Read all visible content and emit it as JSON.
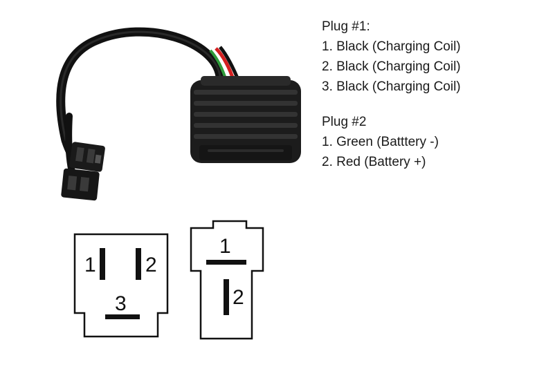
{
  "plug1": {
    "heading": "Plug #1:",
    "pins": [
      "1. Black (Charging Coil)",
      "2. Black (Charging Coil)",
      "3. Black (Charging Coil)"
    ]
  },
  "plug2": {
    "heading": "Plug #2",
    "pins": [
      "1. Green (Batttery -)",
      "2. Red (Battery +)"
    ]
  },
  "diagram1": {
    "pin_labels": [
      "1",
      "2",
      "3"
    ]
  },
  "diagram2": {
    "pin_labels": [
      "1",
      "2"
    ]
  },
  "colors": {
    "regulator_body": "#1c1c1c",
    "cable": "#111111",
    "wire_red": "#d42020",
    "wire_green": "#2e9a3a",
    "outline": "#111111"
  }
}
